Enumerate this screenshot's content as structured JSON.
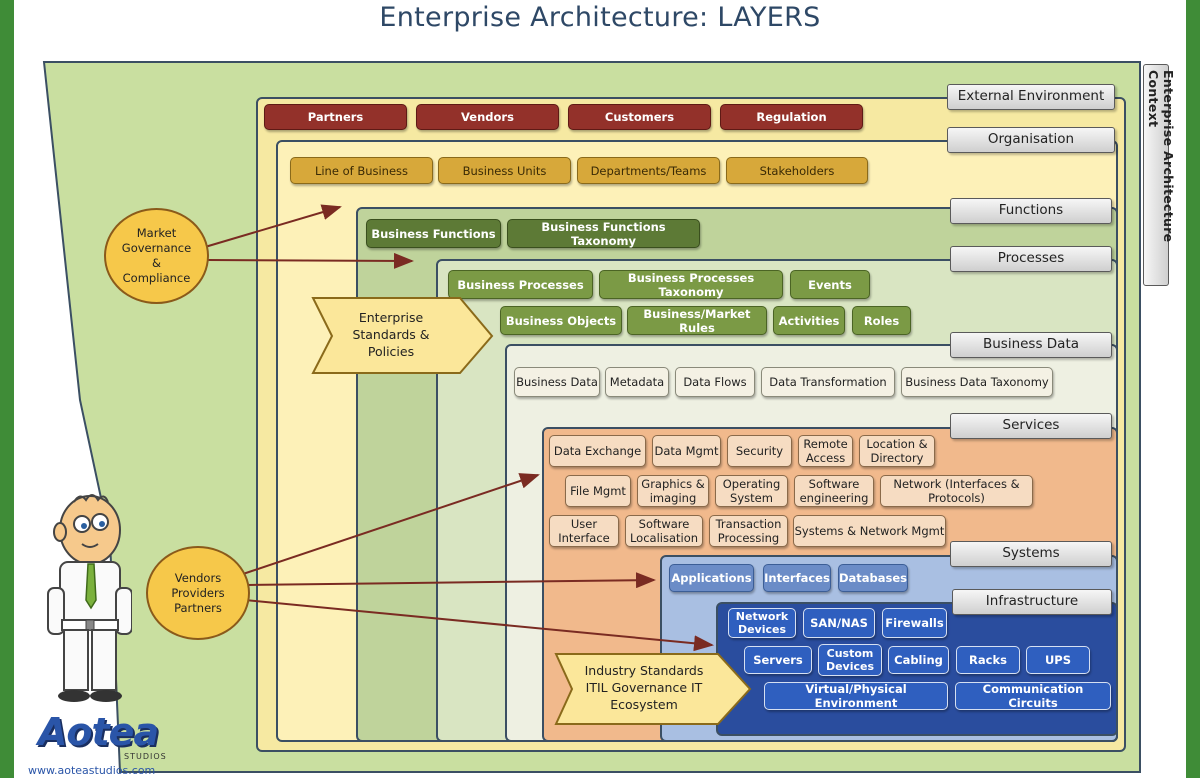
{
  "title": "Enterprise Architecture: LAYERS",
  "context_label": "Enterprise Architecture Context",
  "layers": {
    "external": "External Environment",
    "organisation": "Organisation",
    "functions": "Functions",
    "processes": "Processes",
    "business_data": "Business Data",
    "services": "Services",
    "systems": "Systems",
    "infrastructure": "Infrastructure"
  },
  "external_items": [
    "Partners",
    "Vendors",
    "Customers",
    "Regulation"
  ],
  "organisation_items": [
    "Line of Business",
    "Business Units",
    "Departments/Teams",
    "Stakeholders"
  ],
  "functions_items": [
    "Business Functions",
    "Business Functions Taxonomy"
  ],
  "processes_items": [
    "Business Processes",
    "Business Processes Taxonomy",
    "Events",
    "Business Objects",
    "Business/Market Rules",
    "Activities",
    "Roles"
  ],
  "business_data_items": [
    "Business Data",
    "Metadata",
    "Data Flows",
    "Data Transformation",
    "Business Data Taxonomy"
  ],
  "services_items": [
    "Data Exchange",
    "Data Mgmt",
    "Security",
    "Remote Access",
    "Location & Directory",
    "File Mgmt",
    "Graphics & imaging",
    "Operating System",
    "Software engineering",
    "Network (Interfaces & Protocols)",
    "User Interface",
    "Software Localisation",
    "Transaction Processing",
    "Systems & Network Mgmt"
  ],
  "systems_items": [
    "Applications",
    "Interfaces",
    "Databases"
  ],
  "infrastructure_items": [
    "Network Devices",
    "SAN/NAS",
    "Firewalls",
    "Servers",
    "Custom Devices",
    "Cabling",
    "Racks",
    "UPS",
    "Virtual/Physical Environment",
    "Communication Circuits"
  ],
  "callouts": {
    "market": "Market Governance & Compliance",
    "vendors": "Vendors Providers Partners",
    "enterprise_standards": "Enterprise Standards & Policies",
    "industry_standards": "Industry Standards ITIL Governance IT Ecosystem"
  },
  "logo": {
    "name": "Aotea",
    "sub": "STUDIOS",
    "url": "www.aoteastudios.com"
  },
  "colors": {
    "outer_green": "#c9dfa0",
    "organisation": "#fdf1b8",
    "functions": "#bfd39b",
    "processes": "#d9e5c2",
    "business_data": "#eef0e2",
    "services": "#f1b98c",
    "systems": "#a9bfe2",
    "infrastructure": "#2a4d9e",
    "arrow": "#7a2b22",
    "frame_green": "#3f8c37"
  }
}
